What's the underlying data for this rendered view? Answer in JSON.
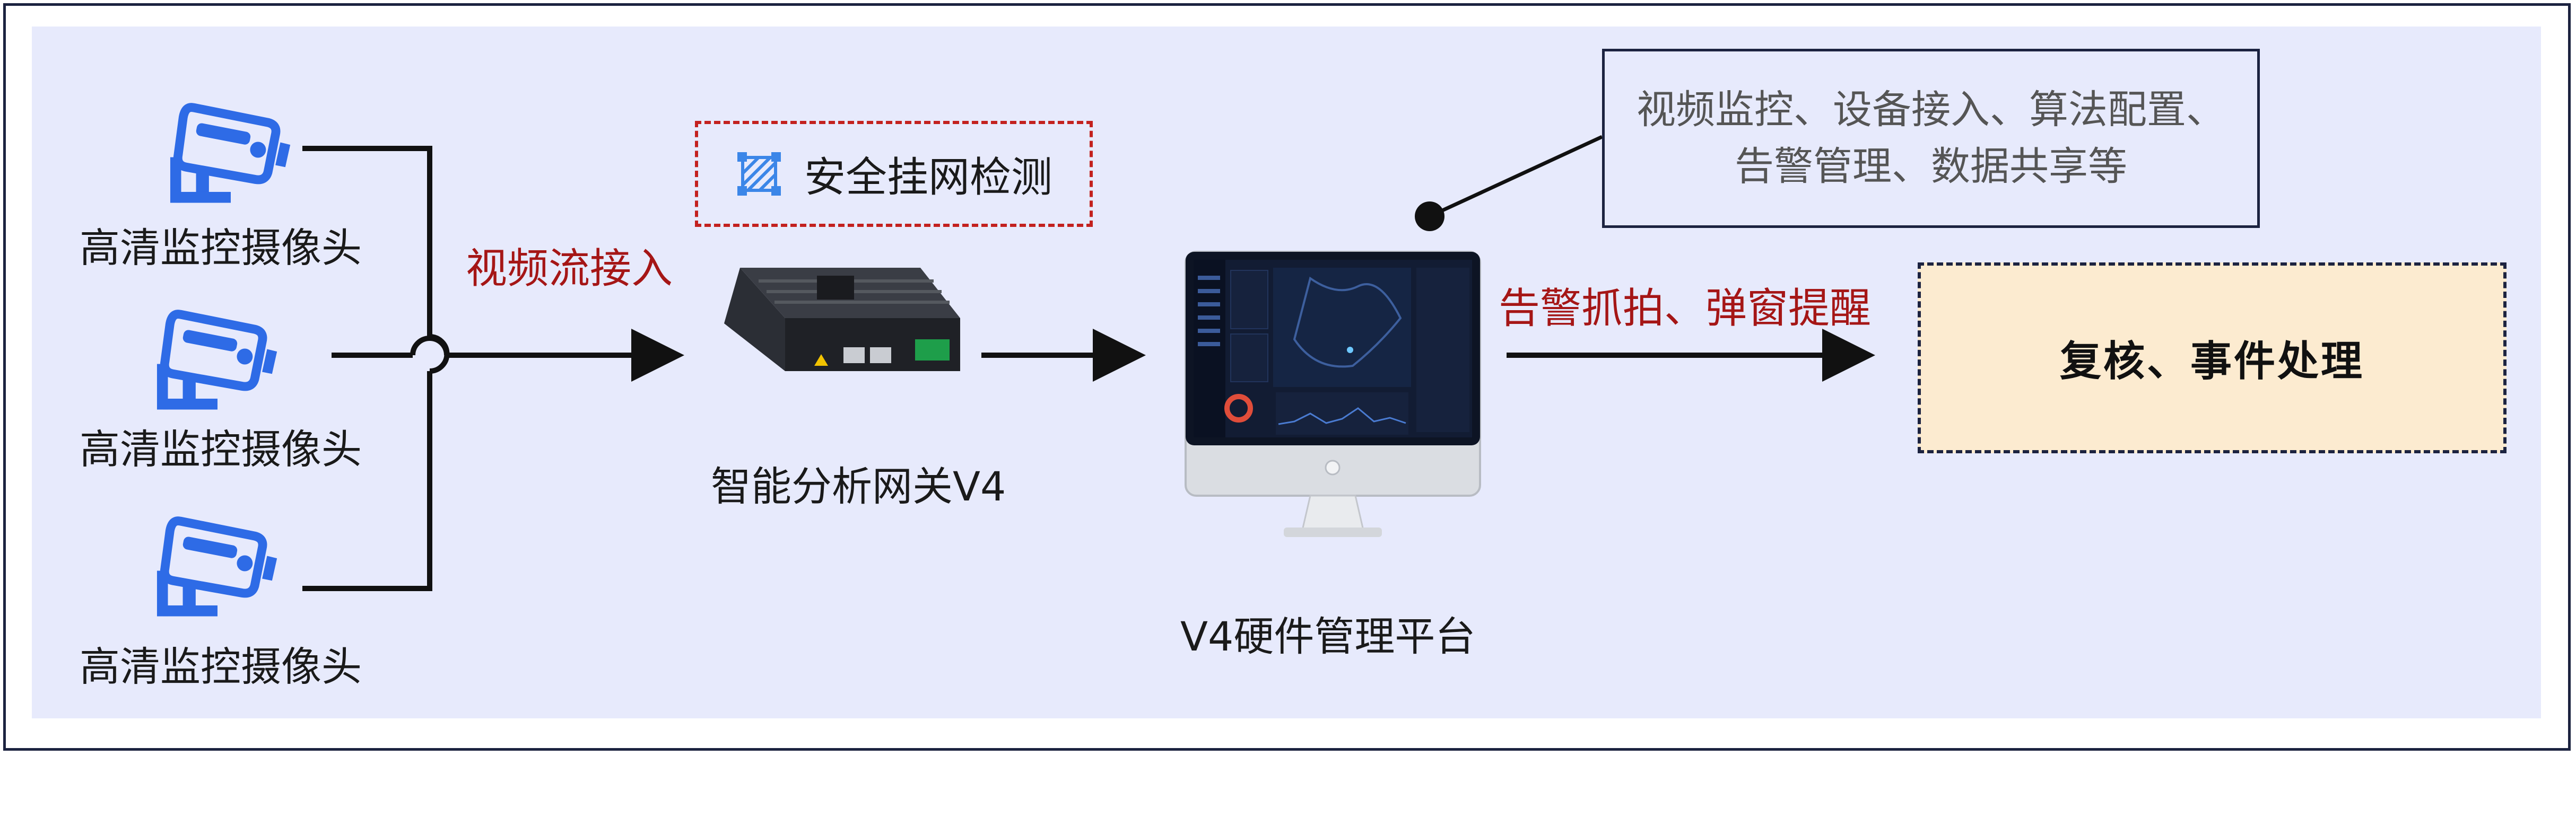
{
  "cameras": [
    {
      "label": "高清监控摄像头",
      "icon": "surveillance-camera-icon"
    },
    {
      "label": "高清监控摄像头",
      "icon": "surveillance-camera-icon"
    },
    {
      "label": "高清监控摄像头",
      "icon": "surveillance-camera-icon"
    }
  ],
  "edges": {
    "video_in": "视频流接入",
    "alert": "告警抓拍、弹窗提醒"
  },
  "detection": {
    "label": "安全挂网检测",
    "icon": "net-detection-icon"
  },
  "gateway": {
    "label": "智能分析网关V4"
  },
  "platform": {
    "label": "V4硬件管理平台"
  },
  "features": {
    "text": "视频监控、设备接入、算法配置、告警管理、数据共享等"
  },
  "review": {
    "label": "复核、事件处理"
  },
  "colors": {
    "panel_bg": "#e7eafc",
    "camera_blue": "#2e6be6",
    "accent_red": "#a51616",
    "review_bg": "#fcebd0",
    "frame": "#1c2340"
  }
}
